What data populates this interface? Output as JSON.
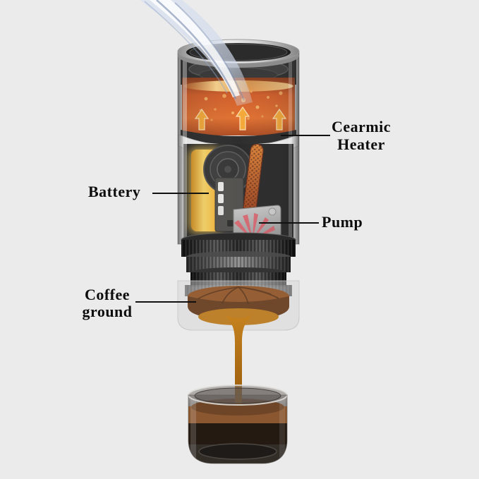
{
  "diagram": {
    "title": "portable espresso maker cutaway",
    "labels": {
      "heater_line1": "Cearmic",
      "heater_line2": "Heater",
      "battery": "Battery",
      "pump": "Pump",
      "coffee_line1": "Coffee",
      "coffee_line2": "ground"
    },
    "colors": {
      "background": "#ebebeb",
      "label_text": "#0d0d0d",
      "leader_line": "#111111",
      "heat_arrow": "#f6a226",
      "hot_water": "#d4561b",
      "ceramic_band": "#ffffff",
      "battery_glow": "#ffd257",
      "heating_coil": "#c2541c",
      "pump_fin": "#d95560",
      "coffee_puck": "#8a4a1c",
      "coffee_stream": "#b5720f",
      "crema": "#8a5731"
    }
  }
}
